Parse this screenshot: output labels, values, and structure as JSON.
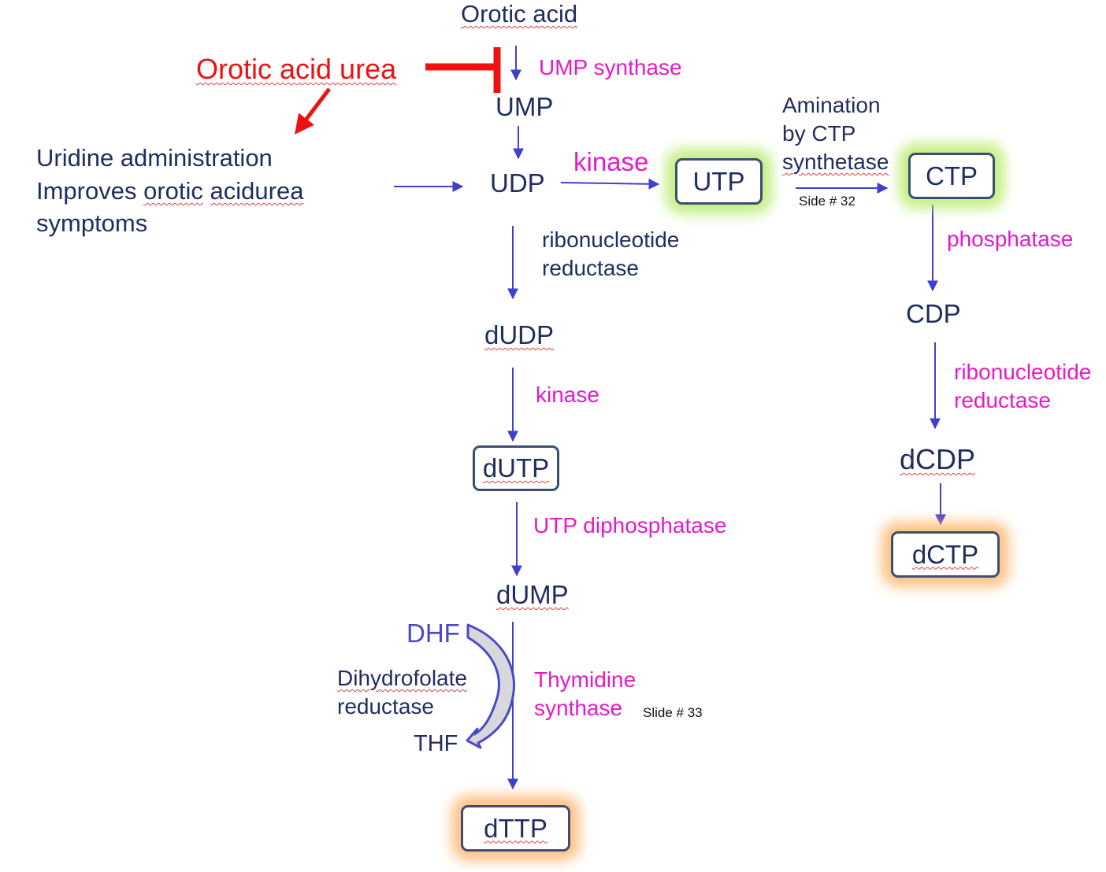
{
  "nodes": {
    "orotic_acid": "Orotic acid",
    "ump": "UMP",
    "udp": "UDP",
    "utp": "UTP",
    "ctp": "CTP",
    "cdp": "CDP",
    "dcdp": "dCDP",
    "dctp": "dCTP",
    "dudp": "dUDP",
    "dutp": "dUTP",
    "dump": "dUMP",
    "dttp": "dTTP",
    "dhf": "DHF",
    "thf": "THF"
  },
  "enzymes": {
    "ump_synthase": "UMP synthase",
    "kinase_udp_utp": "kinase",
    "amination_line1": "Amination",
    "amination_line2": "by CTP",
    "amination_line3": "synthetase",
    "phosphatase": "phosphatase",
    "rnr_right_line1": "ribonucleotide",
    "rnr_right_line2": "reductase",
    "rnr_left_line1": "ribonucleotide",
    "rnr_left_line2": "reductase",
    "kinase_dudp_dutp": "kinase",
    "utp_diphosphatase": "UTP diphosphatase",
    "thymidine_line1": "Thymidine",
    "thymidine_line2": "synthase",
    "dhfr_line1": "Dihydrofolate",
    "dhfr_line2": "reductase"
  },
  "notes": {
    "orotic_acid_urea": "Orotic acid urea",
    "uridine_line1": "Uridine administration",
    "uridine_line2_a": "Improves ",
    "uridine_line2_b": "orotic",
    "uridine_line2_c": " ",
    "uridine_line2_d": "acidurea",
    "uridine_line3": "symptoms",
    "side_32": "Side # 32",
    "slide_33": "Slide # 33"
  },
  "colors": {
    "arrow": "#4040d0",
    "inhibition": "#ee1111",
    "enzyme_text": "#e51ac8",
    "node_text": "#1f2d5f",
    "highlight_green": "#b0e85a",
    "highlight_orange": "#ffb266"
  }
}
